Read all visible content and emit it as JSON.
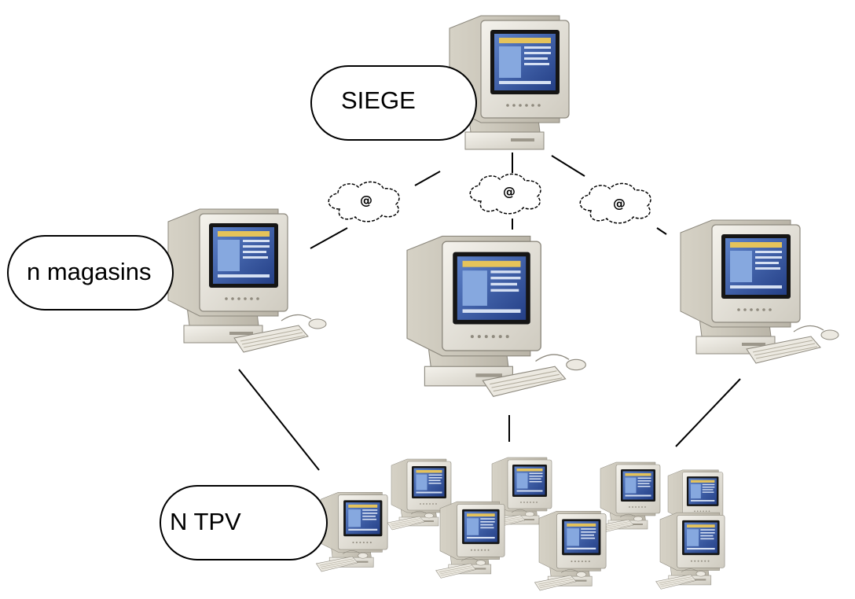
{
  "labels": {
    "siege": "SIEGE",
    "magasins": "n magasins",
    "tpv": "N TPV"
  },
  "internet_symbol": "@",
  "icons": {
    "computer": "desktop-computer-icon",
    "internet": "internet-cloud-icon"
  },
  "colors": {
    "computer_body": "#e4e1d8",
    "screen": "#2f4f9c",
    "line": "#000000"
  }
}
